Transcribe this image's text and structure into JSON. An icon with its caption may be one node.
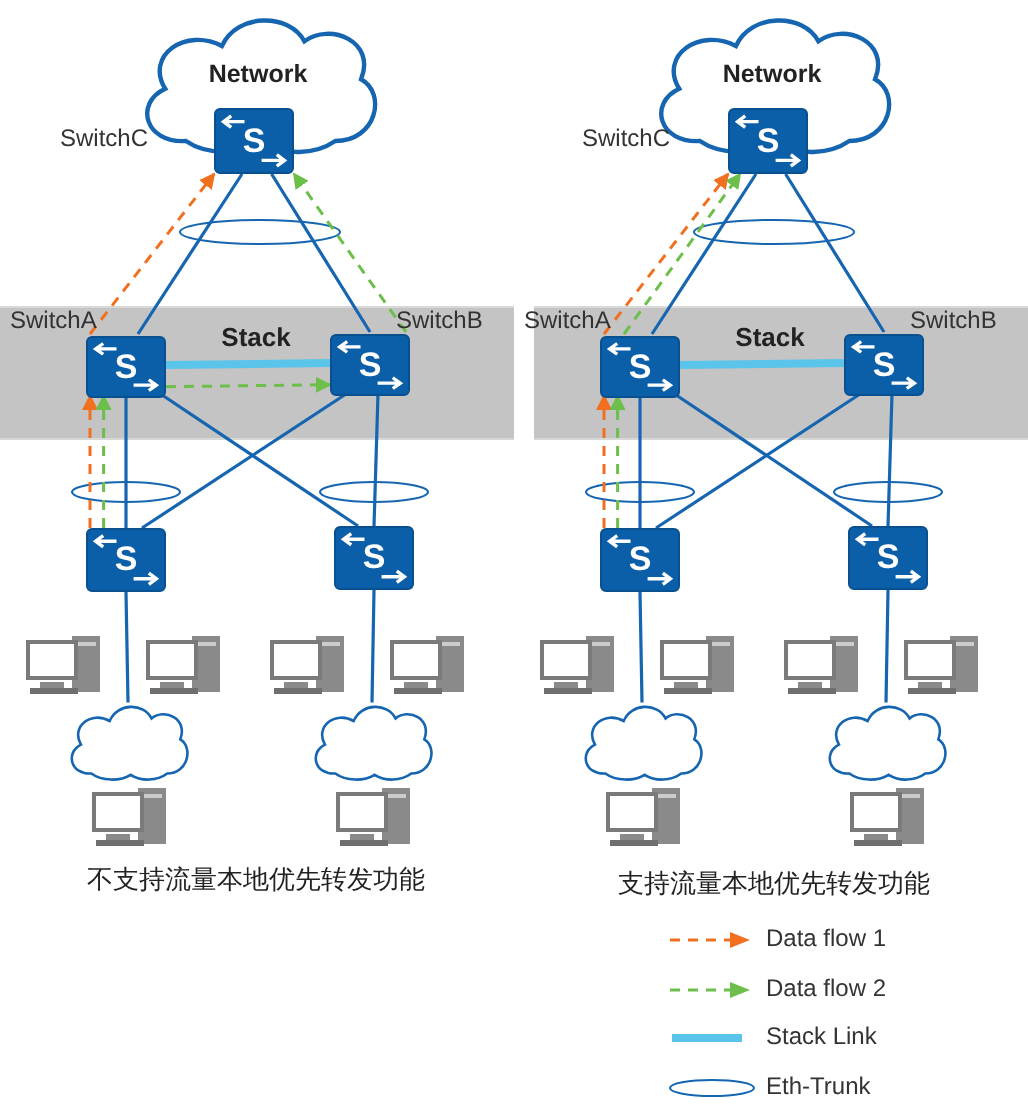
{
  "diagram": {
    "nodes": [
      {
        "text": [
          "Network"
        ]
      },
      {
        "text": [
          "S"
        ]
      },
      {
        "text": [
          "Stack"
        ]
      },
      {
        "text": [
          "S"
        ],
        "beside": [
          "SwitchA"
        ],
        "in": 2
      },
      {
        "text": [
          "S"
        ],
        "beside": [
          "SwitchB"
        ],
        "in": 2
      },
      {
        "text": [
          "S"
        ]
      },
      {
        "text": [
          "S"
        ]
      },
      {
        "text": [],
        "shape": "cloud"
      },
      {
        "text": [],
        "shape": "cloud"
      },
      {
        "text": [
          "Network"
        ]
      },
      {
        "text": [
          "S"
        ]
      },
      {
        "text": [
          "Stack"
        ]
      },
      {
        "text": [
          "S"
        ],
        "beside": [
          "SwitchA"
        ],
        "in": 11
      },
      {
        "text": [
          "S"
        ],
        "beside": [
          "SwitchB"
        ],
        "in": 11
      },
      {
        "text": [
          "S"
        ]
      },
      {
        "text": [
          "S"
        ]
      },
      {
        "text": [],
        "shape": "cloud"
      },
      {
        "text": [],
        "shape": "cloud"
      }
    ],
    "edges": [
      {
        "from": 1,
        "to": 3,
        "arrow": "none"
      },
      {
        "from": 1,
        "to": 4,
        "arrow": "none"
      },
      {
        "from": 3,
        "to": 4,
        "arrow": "none",
        "style": "thick",
        "color": "#5bc4ea"
      },
      {
        "from": 3,
        "to": 5,
        "arrow": "none"
      },
      {
        "from": 3,
        "to": 6,
        "arrow": "none"
      },
      {
        "from": 4,
        "to": 5,
        "arrow": "none"
      },
      {
        "from": 4,
        "to": 6,
        "arrow": "none"
      },
      {
        "from": 5,
        "to": 7,
        "arrow": "none"
      },
      {
        "from": 6,
        "to": 8,
        "arrow": "none"
      },
      {
        "from": 3,
        "to": 1,
        "arrow": "to",
        "style": "dashed",
        "color": "#f07020"
      },
      {
        "from": 4,
        "to": 1,
        "arrow": "to",
        "style": "dashed",
        "color": "#6cbf4a"
      },
      {
        "from": 3,
        "to": 4,
        "arrow": "to",
        "style": "dashed",
        "color": "#6cbf4a"
      },
      {
        "from": 5,
        "to": 3,
        "arrow": "to",
        "style": "dashed",
        "color": "#f07020"
      },
      {
        "from": 5,
        "to": 3,
        "arrow": "to",
        "style": "dashed",
        "color": "#6cbf4a"
      },
      {
        "from": 10,
        "to": 12,
        "arrow": "none"
      },
      {
        "from": 10,
        "to": 13,
        "arrow": "none"
      },
      {
        "from": 12,
        "to": 13,
        "arrow": "none",
        "style": "thick",
        "color": "#5bc4ea"
      },
      {
        "from": 12,
        "to": 14,
        "arrow": "none"
      },
      {
        "from": 12,
        "to": 15,
        "arrow": "none"
      },
      {
        "from": 13,
        "to": 14,
        "arrow": "none"
      },
      {
        "from": 13,
        "to": 15,
        "arrow": "none"
      },
      {
        "from": 14,
        "to": 16,
        "arrow": "none"
      },
      {
        "from": 15,
        "to": 17,
        "arrow": "none"
      },
      {
        "from": 12,
        "to": 10,
        "arrow": "to",
        "style": "dashed",
        "color": "#f07020"
      },
      {
        "from": 12,
        "to": 10,
        "arrow": "to",
        "style": "dashed",
        "color": "#6cbf4a"
      },
      {
        "from": 14,
        "to": 12,
        "arrow": "to",
        "style": "dashed",
        "color": "#f07020"
      },
      {
        "from": 14,
        "to": 12,
        "arrow": "to",
        "style": "dashed",
        "color": "#6cbf4a"
      }
    ],
    "labels": [
      "SwitchC",
      "SwitchC",
      "不支持流量本地优先转发功能",
      "支持流量本地优先转发功能"
    ],
    "legend": [
      {
        "text": "Data flow 1"
      },
      {
        "text": "Data flow 2"
      },
      {
        "text": "Stack Link"
      },
      {
        "text": "Eth-Trunk"
      }
    ]
  }
}
